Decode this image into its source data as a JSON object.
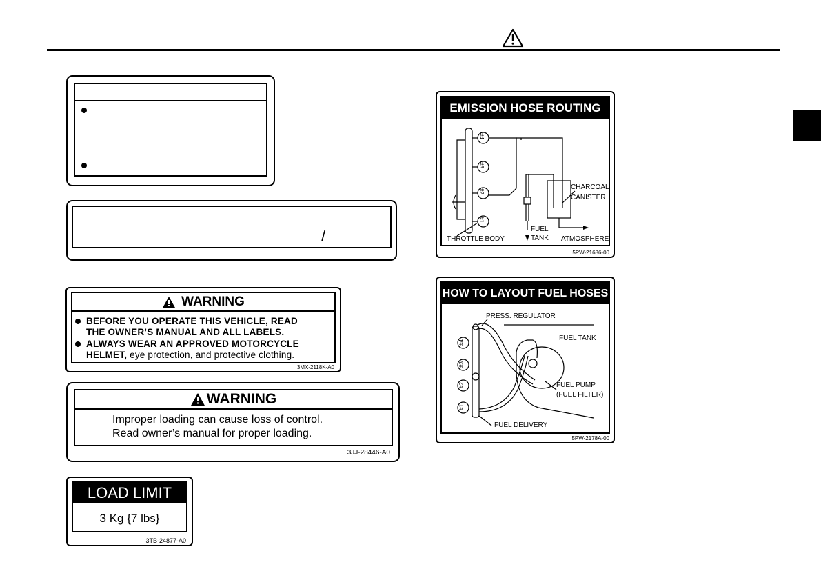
{
  "labels": {
    "warning1": {
      "title": "WARNING",
      "line1": "BEFORE YOU OPERATE THIS VEHICLE, READ",
      "line1b": "THE OWNER’S MANUAL AND ALL LABELS.",
      "line2": "ALWAYS WEAR AN APPROVED MOTORCYCLE",
      "line2b_bold": "HELMET,",
      "line2b_rest": " eye protection, and protective clothing.",
      "code": "3MX-2118K-A0"
    },
    "warning2": {
      "title": "WARNING",
      "line1": "Improper loading can cause loss of control.",
      "line2": "Read owner’s manual for proper loading.",
      "code": "3JJ-28446-A0"
    },
    "load_limit": {
      "title": "LOAD LIMIT",
      "value": "3 Kg {7 lbs}",
      "code": "3TB-24877-A0"
    },
    "slash_label": {
      "text": "/"
    },
    "emission": {
      "title": "EMISSION HOSE ROUTING",
      "cyl4": "#4",
      "cyl3": "#3",
      "cyl2": "#2",
      "cyl1": "#1",
      "charcoal1": "CHARCOAL",
      "charcoal2": "CANISTER",
      "fuel1": "FUEL",
      "fuel2": "TANK",
      "throttle": "THROTTLE BODY",
      "atmosphere": "ATMOSPHERE",
      "code": "5PW-21686-00"
    },
    "fuel_hoses": {
      "title": "HOW TO LAYOUT FUEL HOSES",
      "cyl4": "#4",
      "cyl3": "#3",
      "cyl2": "#2",
      "cyl1": "#1",
      "press": "PRESS. REGULATOR",
      "tank": "FUEL TANK",
      "pump1": "FUEL PUMP",
      "pump2": "(FUEL FILTER)",
      "delivery": "FUEL DELIVERY",
      "code": "5PW-2178A-00"
    }
  }
}
